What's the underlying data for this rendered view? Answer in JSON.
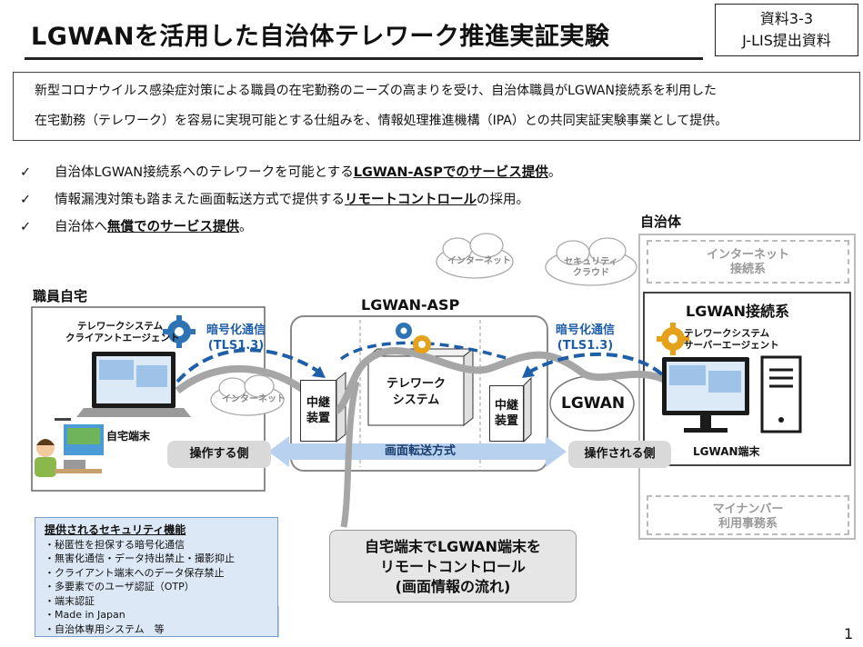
{
  "header": {
    "title": "LGWANを活用した自治体テレワーク推進実証実験",
    "doc_tag_line1": "資料3-3",
    "doc_tag_line2": "J-LIS提出資料"
  },
  "summary": {
    "line1": "新型コロナウイルス感染症対策による職員の在宅勤務のニーズの高まりを受け、自治体職員がLGWAN接続系を利用した",
    "line2": "在宅勤務（テレワーク）を容易に実現可能とする仕組みを、情報処理推進機構（IPA）との共同実証実験事業として提供。"
  },
  "bullets": [
    {
      "mark": "✓",
      "pre": "自治体LGWAN接続系へのテレワークを可能とする",
      "bold": "LGWAN-ASPでのサービス提供",
      "post": "。"
    },
    {
      "mark": "✓",
      "pre": "情報漏洩対策も踏まえた画面転送方式で提供する",
      "bold": "リモートコントロール",
      "post": "の採用。"
    },
    {
      "mark": "✓",
      "pre": "自治体へ",
      "bold": "無償でのサービス提供",
      "post": "。"
    }
  ],
  "diagram": {
    "home_label": "職員自宅",
    "client_agent": "テレワークシステム\nクライアントエージェント",
    "home_terminal": "自宅端末",
    "operator_side": "操作する側",
    "enc_left_1": "暗号化通信",
    "enc_left_2": "(TLS1.3)",
    "internet_cloud_left": "インターネット",
    "internet_cloud_top": "インターネット",
    "security_cloud": "セキュリティ\nクラウド",
    "asp_label": "LGWAN-ASP",
    "telework_system_1": "テレワーク",
    "telework_system_2": "システム",
    "relay_1": "中継",
    "relay_2": "装置",
    "screen_transfer": "画面転送方式",
    "enc_right_1": "暗号化通信",
    "enc_right_2": "(TLS1.3)",
    "lgwan_net": "LGWAN",
    "municipality_label": "自治体",
    "internet_segment_1": "インターネット",
    "internet_segment_2": "接続系",
    "lgwan_segment": "LGWAN接続系",
    "server_agent": "テレワークシステム\nサーバーエージェント",
    "lgwan_terminal": "LGWAN端末",
    "operated_side": "操作される側",
    "mynumber_1": "マイナンバー",
    "mynumber_2": "利用事務系"
  },
  "security_features": {
    "heading": "提供されるセキュリティ機能",
    "items": [
      "・秘匿性を担保する暗号化通信",
      "・無害化通信・データ持出禁止・撮影抑止",
      "・クライアント端末へのデータ保存禁止",
      "・多要素でのユーザ認証（OTP）",
      "・端末認証",
      "・Made in Japan",
      "・自治体専用システム　等"
    ]
  },
  "callout": {
    "line1": "自宅端末でLGWAN端末を",
    "line2": "リモートコントロール",
    "line3": "(画面情報の流れ)"
  },
  "page_number": "1",
  "colors": {
    "accent_blue": "#1f5ea8",
    "gear_blue": "#2e74b5",
    "gear_orange": "#e5a11a",
    "flow_gray": "#a6a6a6",
    "arrow_blue": "#b7d1ee"
  }
}
